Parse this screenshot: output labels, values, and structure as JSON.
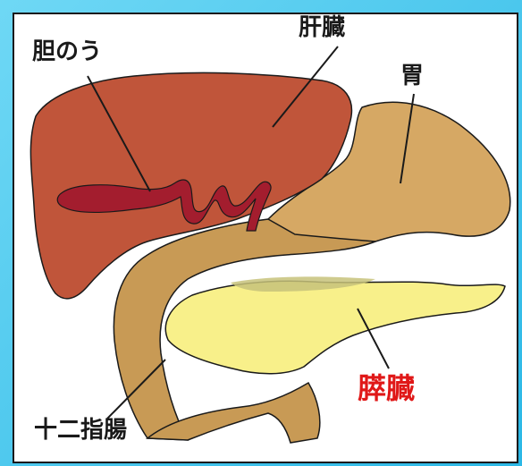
{
  "labels": {
    "gallbladder": "胆のう",
    "liver": "肝臓",
    "stomach": "胃",
    "pancreas": "膵臓",
    "duodenum": "十二指腸"
  },
  "colors": {
    "liver": "#c0553a",
    "gallbladder": "#a31d2e",
    "stomach": "#d6a864",
    "duodenum": "#c89a55",
    "pancreas": "#f8f08a",
    "highlight": "#e01818"
  }
}
